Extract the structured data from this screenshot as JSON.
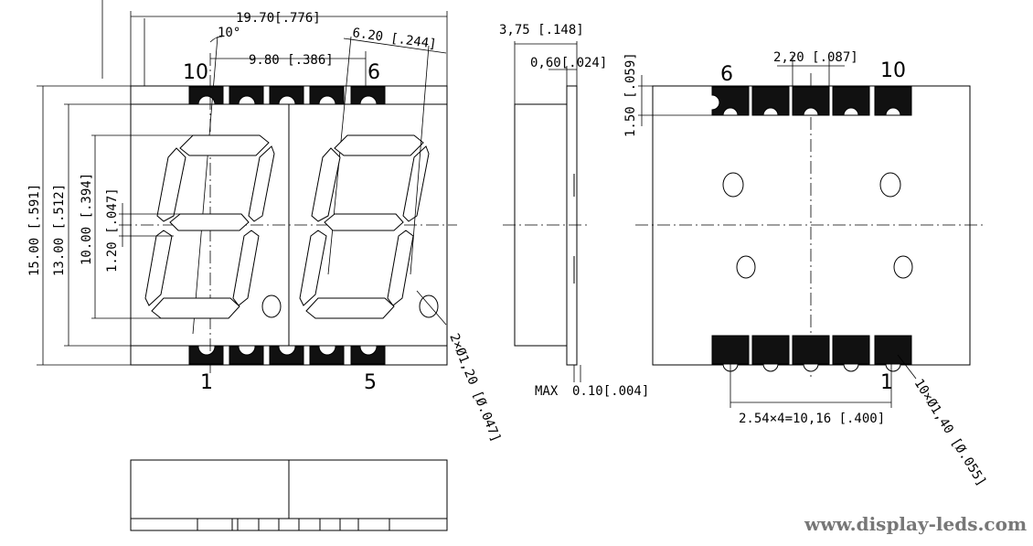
{
  "dimensions": {
    "width_total": "19.70[.776]",
    "angle": "10°",
    "digit_pitch": "9.80 [.386]",
    "slant_width": "6.20 [.244]",
    "height_total": "15.00 [.591]",
    "body_height": "13.00 [.512]",
    "digit_height": "10.00 [.394]",
    "segment_width": "1.20 [.047]",
    "thickness": "3,75 [.148]",
    "lead_thickness": "0,60[.024]",
    "max_label": "MAX",
    "max_value": "0.10[.004]",
    "pad_pitch": "2,20 [.087]",
    "pad_height": "1.50 [.059]",
    "dp_holes": "2×Ø1,20 [Ø.047]",
    "pin_span": "2.54×4=10,16 [.400]",
    "pin_holes": "10×Ø1,40 [Ø.055]"
  },
  "pins": {
    "front_top_left": "10",
    "front_top_right": "6",
    "front_bottom_left": "1",
    "front_bottom_right": "5",
    "back_top_left": "6",
    "back_top_right": "10",
    "back_bottom_right": "1"
  },
  "watermark": "www.display-leds.com"
}
